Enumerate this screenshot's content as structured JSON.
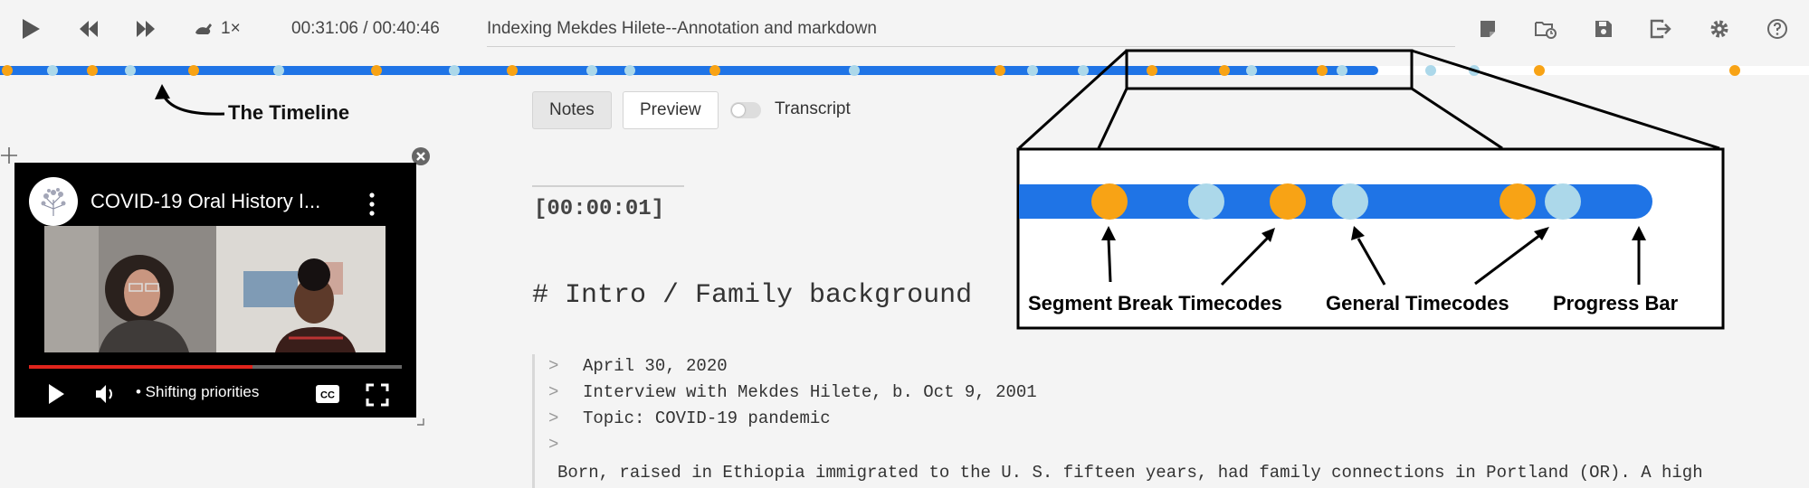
{
  "toolbar": {
    "speed": "1×",
    "clock": "00:31:06 / 00:40:46",
    "document_title": "Indexing Mekdes Hilete--Annotation and markdown"
  },
  "timeline": {
    "progress_fraction": 0.762,
    "segment_timecode_fractions": [
      0.004,
      0.051,
      0.107,
      0.208,
      0.283,
      0.395,
      0.553,
      0.637,
      0.677,
      0.731,
      0.851,
      0.959
    ],
    "general_timecode_fractions": [
      0.029,
      0.072,
      0.154,
      0.251,
      0.327,
      0.348,
      0.472,
      0.571,
      0.599,
      0.692,
      0.742,
      0.791,
      0.815
    ],
    "label": "The Timeline"
  },
  "video": {
    "title": "COVID-19 Oral History I...",
    "chapter": "• Shifting priorities",
    "progress_fraction": 0.6
  },
  "tabs": [
    {
      "label": "Notes",
      "active": true
    },
    {
      "label": "Preview",
      "active": false
    }
  ],
  "transcript_toggle": {
    "label": "Transcript",
    "on": false
  },
  "editor": {
    "timecode": "[00:00:01]",
    "heading": "# Intro / Family background",
    "quote_marker": ">",
    "quote_lines": [
      "April 30, 2020",
      "Interview with Mekdes Hilete, b. Oct 9, 2001",
      "Topic: COVID-19 pandemic",
      ""
    ],
    "body": "Born, raised in Ethiopia immigrated to the U. S. fifteen years, had family connections in Portland (OR). A high"
  },
  "callout": {
    "labels": {
      "segment": "Segment Break Timecodes",
      "general": "General Timecodes",
      "progress": "Progress Bar"
    }
  },
  "colors": {
    "progress": "#1f74e6",
    "segment": "#f8a315",
    "general": "#acd8ea",
    "accent_red": "#e0241c"
  },
  "icons": [
    "play-icon",
    "rewind-icon",
    "fast-forward-icon",
    "speed-rabbit-icon",
    "new-document-icon",
    "open-folder-icon",
    "save-icon",
    "export-icon",
    "gear-icon",
    "help-icon",
    "close-icon",
    "move-icon",
    "more-vert-icon",
    "volume-icon",
    "captions-icon",
    "fullscreen-icon",
    "resize-handle-icon"
  ]
}
